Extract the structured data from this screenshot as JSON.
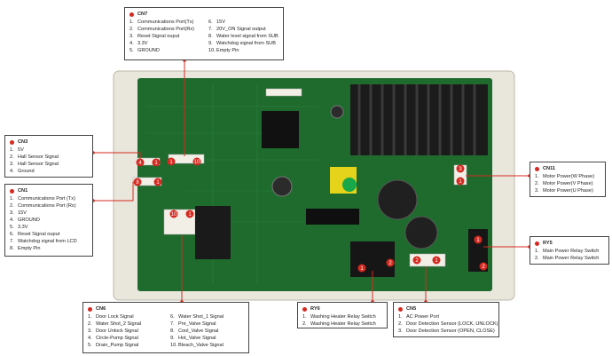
{
  "colors": {
    "board": "#1f6b2e",
    "callout_line": "#d42a20",
    "housing": "#e9e6dc"
  },
  "cn7": {
    "title": "CN7",
    "items_left": [
      {
        "n": "1.",
        "t": "Communications Port(Tx)"
      },
      {
        "n": "2.",
        "t": "Communications Port(Rx)"
      },
      {
        "n": "3.",
        "t": "Reset Signal ouput"
      },
      {
        "n": "4.",
        "t": "3.3V"
      },
      {
        "n": "5.",
        "t": "GROUND"
      }
    ],
    "items_right": [
      {
        "n": "6.",
        "t": "15V"
      },
      {
        "n": "7.",
        "t": "20V_ON Signal output"
      },
      {
        "n": "8.",
        "t": "Water level signal from SUB"
      },
      {
        "n": "9.",
        "t": "Watchdog signal from SUB"
      },
      {
        "n": "10.",
        "t": "Empty Pin"
      }
    ]
  },
  "cn3": {
    "title": "CN3",
    "items": [
      {
        "n": "1.",
        "t": "5V"
      },
      {
        "n": "2.",
        "t": "Hall Sensor Signal"
      },
      {
        "n": "3.",
        "t": "Hall Sensor Signal"
      },
      {
        "n": "4.",
        "t": "Ground"
      }
    ]
  },
  "cn1": {
    "title": "CN1",
    "items": [
      {
        "n": "1.",
        "t": "Communications Port (Tx)"
      },
      {
        "n": "2.",
        "t": "Communications Port (Rx)"
      },
      {
        "n": "3.",
        "t": "15V"
      },
      {
        "n": "4.",
        "t": "GROUND"
      },
      {
        "n": "5.",
        "t": "3.3V"
      },
      {
        "n": "6.",
        "t": "Reset Signal ouput"
      },
      {
        "n": "7.",
        "t": "Watchdog signal from LCD"
      },
      {
        "n": "8.",
        "t": "Empty Pin"
      }
    ]
  },
  "cn6": {
    "title": "CN6",
    "items_left": [
      {
        "n": "1.",
        "t": "Door Lock Signal"
      },
      {
        "n": "2.",
        "t": "Water Shot_2 Signal"
      },
      {
        "n": "3.",
        "t": "Door Unlock Signal"
      },
      {
        "n": "4.",
        "t": "Circle-Pump Signal"
      },
      {
        "n": "5.",
        "t": "Drain_Pump Signal"
      }
    ],
    "items_right": [
      {
        "n": "6.",
        "t": "Water Shot_1 Signal"
      },
      {
        "n": "7.",
        "t": "Pre_Valve Signal"
      },
      {
        "n": "8.",
        "t": "Cool_Valve Signal"
      },
      {
        "n": "9.",
        "t": "Hot_Valve Signal"
      },
      {
        "n": "10.",
        "t": "Bleach_Valve Signal"
      }
    ]
  },
  "ry6": {
    "title": "RY6",
    "items": [
      {
        "n": "1.",
        "t": "Washing Heater Relay Switch"
      },
      {
        "n": "2.",
        "t": "Washing Heater Relay Switch"
      }
    ]
  },
  "cn5": {
    "title": "CN5",
    "items": [
      {
        "n": "1.",
        "t": "AC Power Port"
      },
      {
        "n": "2.",
        "t": "Door Detection Sensor (LOCK, UNLOCK)"
      },
      {
        "n": "3.",
        "t": "Door Detection Sensor (OPEN, CLOSE)"
      }
    ]
  },
  "cn11": {
    "title": "CN11",
    "items": [
      {
        "n": "1.",
        "t": "Motor Power(W Phase)"
      },
      {
        "n": "2.",
        "t": "Motor Power(V Phase)"
      },
      {
        "n": "3.",
        "t": "Motor Power(U Phase)"
      }
    ]
  },
  "ry5": {
    "title": "RY5",
    "items": [
      {
        "n": "1.",
        "t": "Main Power Relay Switch"
      },
      {
        "n": "2.",
        "t": "Main Power Relay Switch"
      }
    ]
  },
  "board_markers": {
    "cn7_left": "1",
    "cn7_right": "10",
    "cn3_left": "4",
    "cn3_right": "1",
    "cn1_left": "8",
    "cn1_right": "1",
    "cn6_top_left": "10",
    "cn6_top_right": "1",
    "ry6_left": "1",
    "ry6_right": "2",
    "cn5_left": "2",
    "cn5_right": "1",
    "cn11_top": "3",
    "cn11_bottom": "1",
    "ry5_top": "1",
    "ry5_bottom": "2"
  }
}
